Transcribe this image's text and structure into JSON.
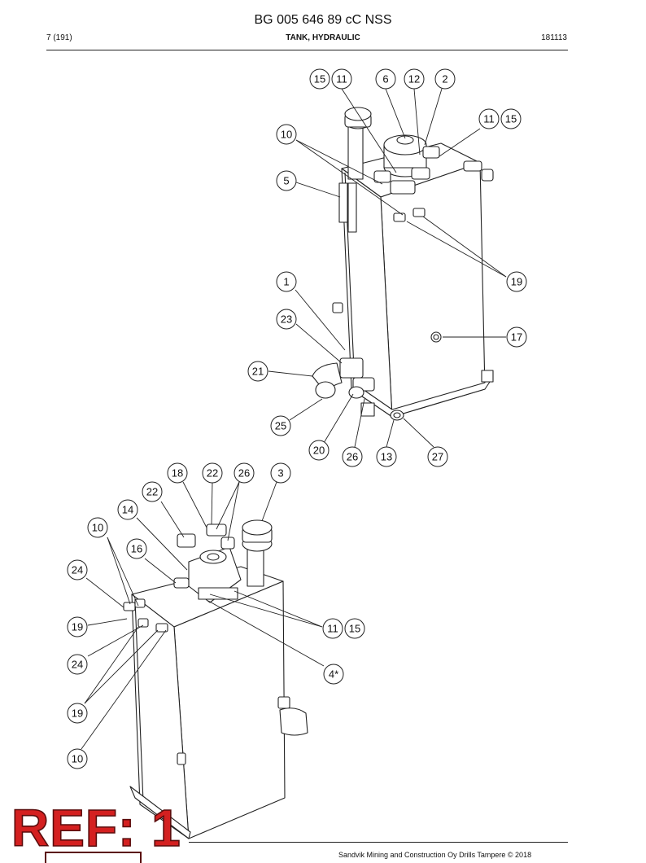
{
  "header": {
    "doc_number": "BG 005 646 89 cC NSS",
    "page": "7 (191)",
    "section": "TANK, HYDRAULIC",
    "date": "181113"
  },
  "footer": {
    "copyright": "Sandvik Mining and Construction Oy Drills Tampere © 2018"
  },
  "stamp": {
    "ref_label": "REF: 1"
  },
  "callouts": {
    "c1": "15",
    "c2": "11",
    "c3": "6",
    "c4": "12",
    "c5": "2",
    "c6": "11",
    "c7": "15",
    "c8": "10",
    "c9": "5",
    "c10": "19",
    "c11": "1",
    "c12": "23",
    "c13": "17",
    "c14": "21",
    "c15": "25",
    "c16": "20",
    "c17": "26",
    "c18": "13",
    "c19": "27",
    "c20": "18",
    "c21": "22",
    "c22": "26",
    "c23": "3",
    "c24": "22",
    "c25": "14",
    "c26": "10",
    "c27": "16",
    "c28": "24",
    "c29": "19",
    "c30": "11",
    "c31": "15",
    "c32": "24",
    "c33": "4*",
    "c34": "19",
    "c35": "10"
  }
}
